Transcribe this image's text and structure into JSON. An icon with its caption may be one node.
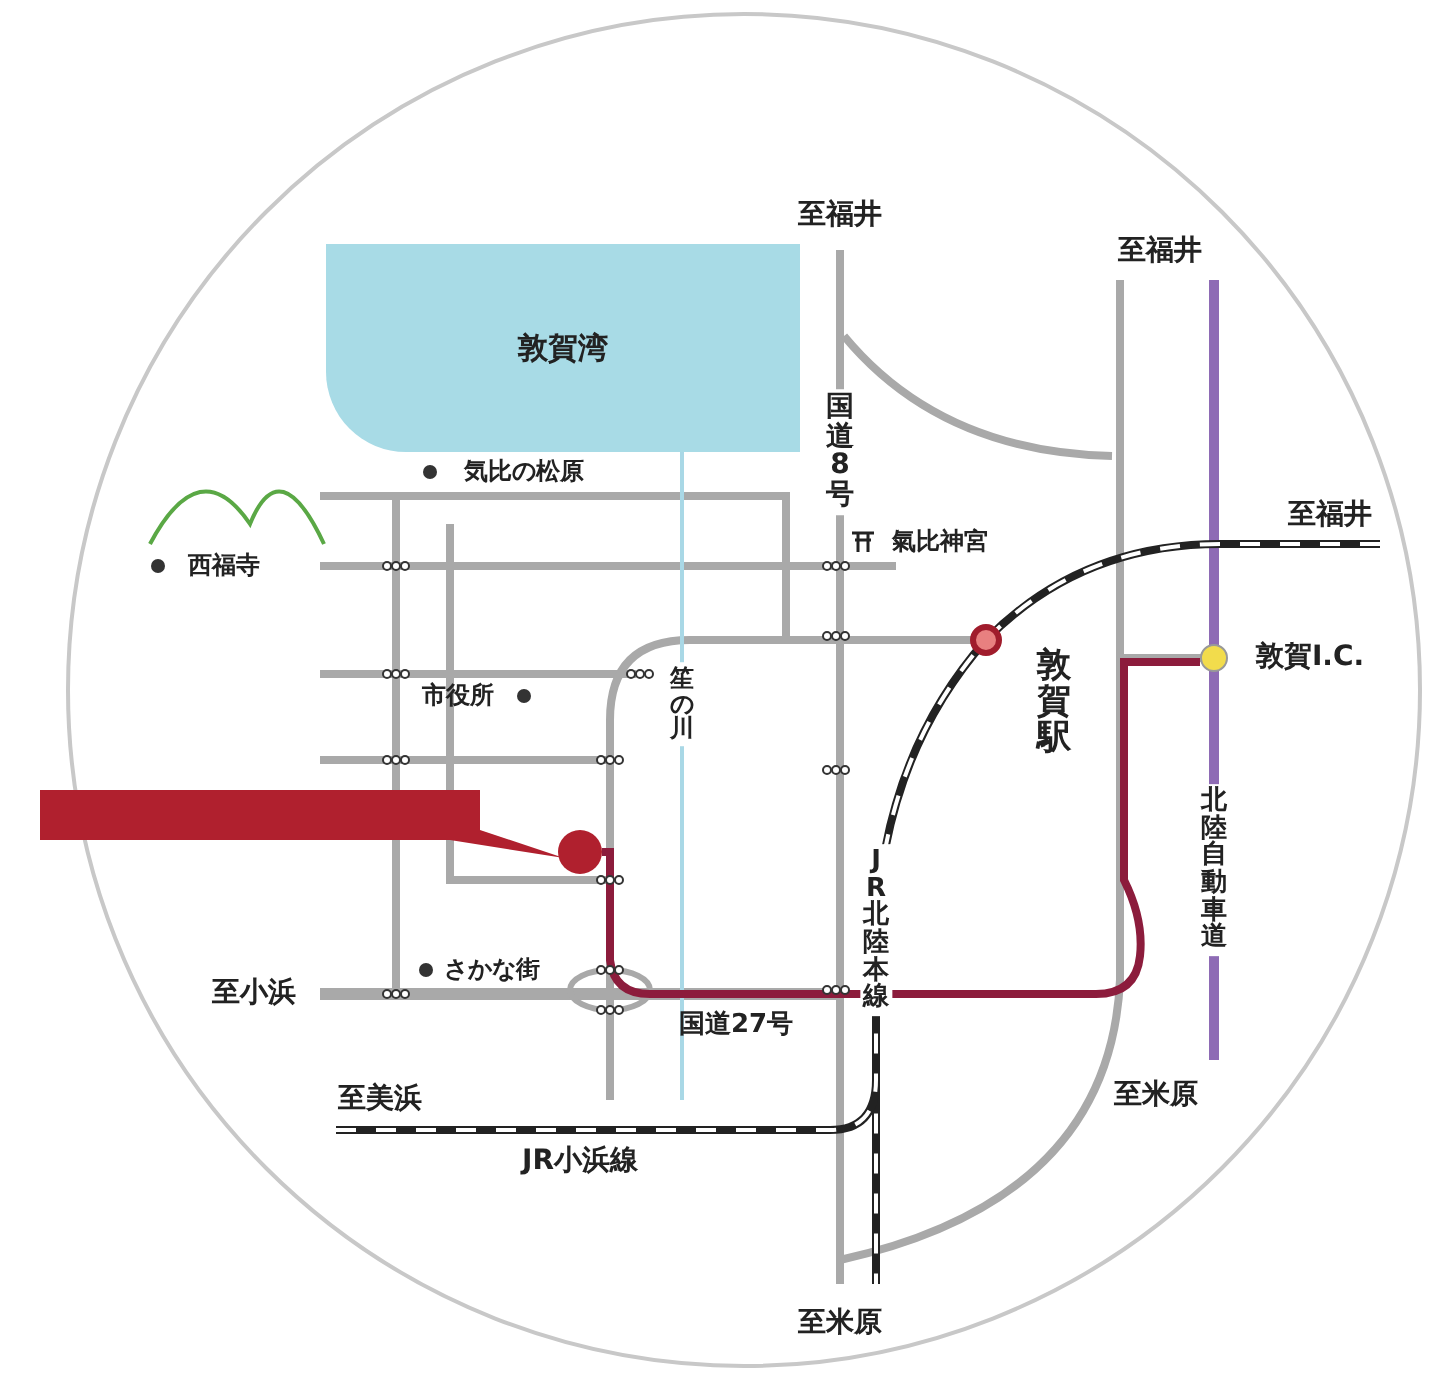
{
  "diagram": {
    "nodes": [
      {
        "text": [
          "敦賀湾"
        ]
      },
      {
        "text": [],
        "shape": "box"
      },
      {
        "text": [],
        "shape": "circle"
      },
      {
        "text": [],
        "shape": "circle",
        "beside": [
          "敦賀駅"
        ]
      },
      {
        "text": [],
        "shape": "circle",
        "beside": [
          "敦賀I.C."
        ]
      }
    ],
    "edges": [
      {
        "from": 4,
        "to": 2,
        "arrow": "none",
        "color": "#8c1c3c"
      }
    ],
    "labels": [
      "至福井",
      "至福井",
      "国道8号",
      "気比の松原",
      "至福井",
      "氣比神宮",
      "西福寺",
      "市役所",
      "笙の川",
      "JR北陸本線",
      "北陸自動車道",
      "至小浜",
      "さかな街",
      "国道27号",
      "至美浜",
      "JR小浜線",
      "至米原",
      "至米原"
    ]
  }
}
